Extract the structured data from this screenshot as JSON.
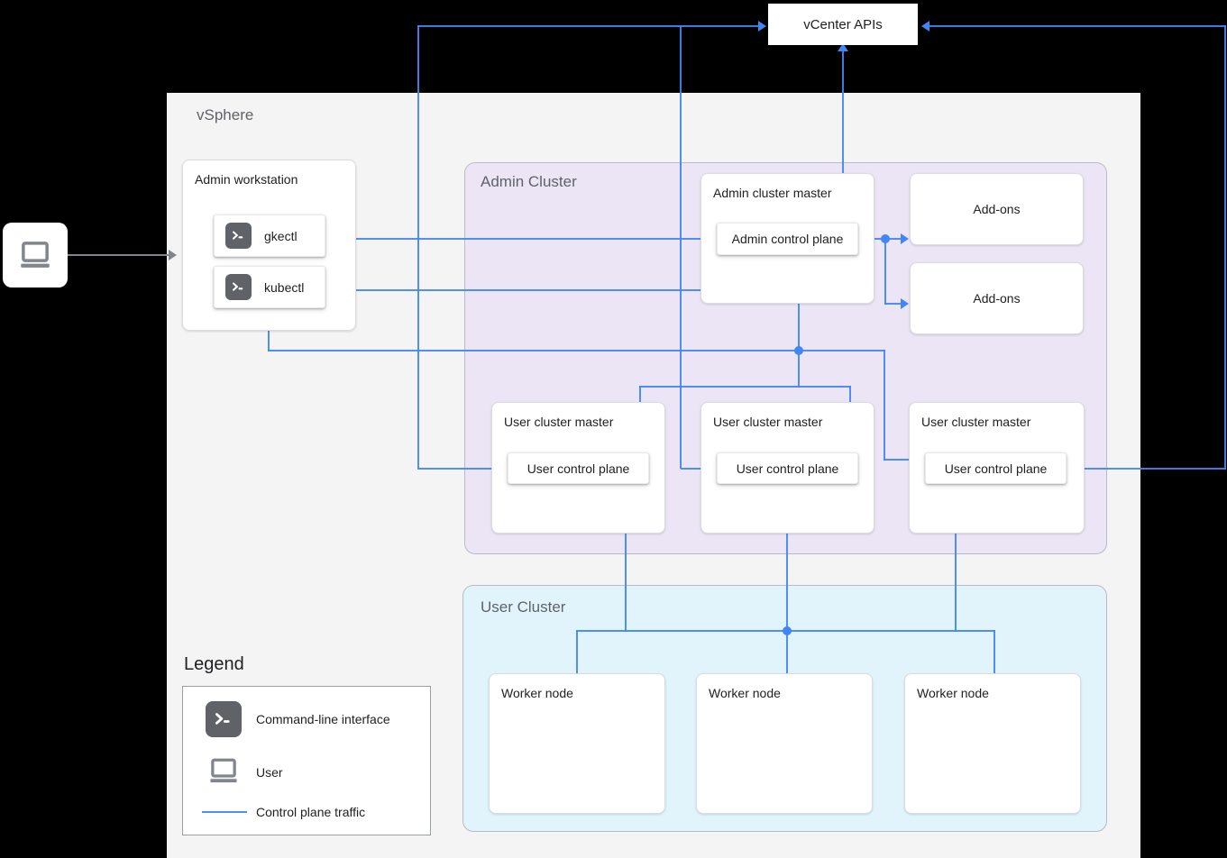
{
  "colors": {
    "background": "#000000",
    "vsphere_bg": "#f4f4f4",
    "admin_cluster_bg": "#ebe5f6",
    "user_cluster_bg": "#e1f4fc",
    "control_plane_traffic": "#4285f4",
    "user_traffic": "#80868b",
    "terminal_icon_bg": "#5f6368"
  },
  "external": {
    "vcenter_label": "vCenter APIs"
  },
  "vsphere": {
    "label": "vSphere",
    "admin_workstation": {
      "title": "Admin workstation",
      "tools": [
        {
          "icon": "terminal-icon",
          "label": "gkectl"
        },
        {
          "icon": "terminal-icon",
          "label": "kubectl"
        }
      ]
    }
  },
  "admin_cluster": {
    "label": "Admin Cluster",
    "admin_master": {
      "title": "Admin cluster master",
      "control_plane": "Admin control plane"
    },
    "addons": [
      {
        "label": "Add-ons"
      },
      {
        "label": "Add-ons"
      }
    ],
    "user_masters": [
      {
        "title": "User cluster master",
        "control_plane": "User control plane"
      },
      {
        "title": "User cluster master",
        "control_plane": "User control plane"
      },
      {
        "title": "User cluster master",
        "control_plane": "User control plane"
      }
    ]
  },
  "user_cluster": {
    "label": "User Cluster",
    "workers": [
      {
        "label": "Worker node"
      },
      {
        "label": "Worker node"
      },
      {
        "label": "Worker node"
      }
    ]
  },
  "legend": {
    "title": "Legend",
    "items": [
      {
        "icon": "terminal-icon",
        "label": "Command-line interface"
      },
      {
        "icon": "laptop-icon",
        "label": "User"
      },
      {
        "icon": "control-plane-line",
        "label": "Control plane traffic"
      }
    ]
  }
}
